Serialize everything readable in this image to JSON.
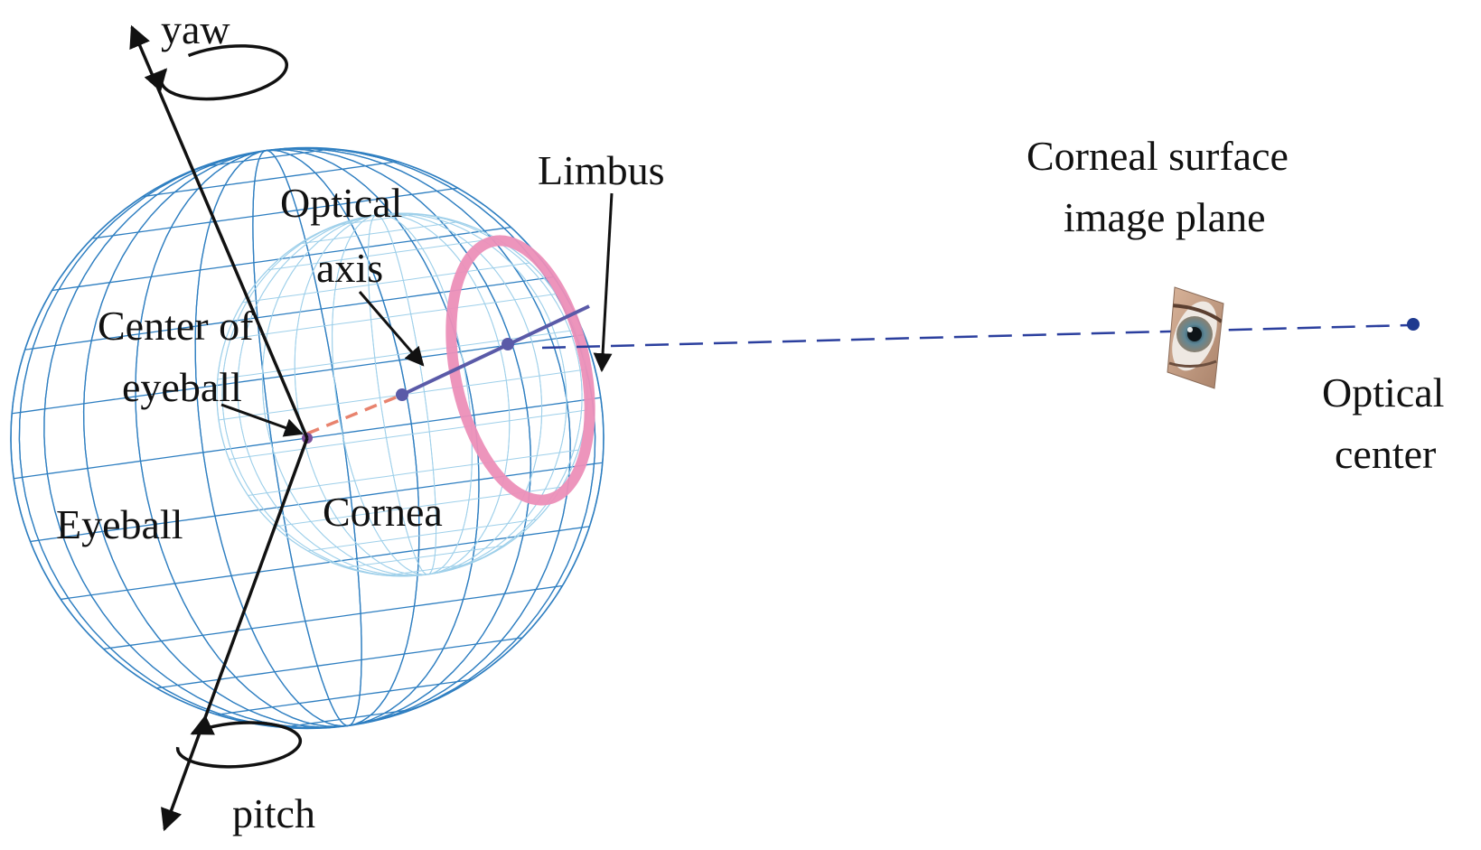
{
  "labels": {
    "yaw": "yaw",
    "pitch": "pitch",
    "limbus": "Limbus",
    "optical_axis_1": "Optical",
    "optical_axis_2": "axis",
    "center_of_eyeball_1": "Center of",
    "center_of_eyeball_2": "eyeball",
    "eyeball": "Eyeball",
    "cornea": "Cornea",
    "corneal_plane_1": "Corneal surface",
    "corneal_plane_2": "image plane",
    "optical_center_1": "Optical",
    "optical_center_2": "center"
  },
  "colors": {
    "eyeball_mesh": "#2f7fc1",
    "cornea_mesh": "#9fd0ea",
    "limbus": "#ec8fb8",
    "optical_axis": "#5a5aa8",
    "eyeball_to_cornea": "#e8836e",
    "projection_line": "#2b3f9e",
    "optical_center_dot": "#1f3a8f",
    "arrows": "#111111"
  },
  "icons": {
    "yaw_rotation": "rotation-arrow-icon",
    "pitch_rotation": "rotation-arrow-icon",
    "eye_photo": "eye-image-icon"
  }
}
